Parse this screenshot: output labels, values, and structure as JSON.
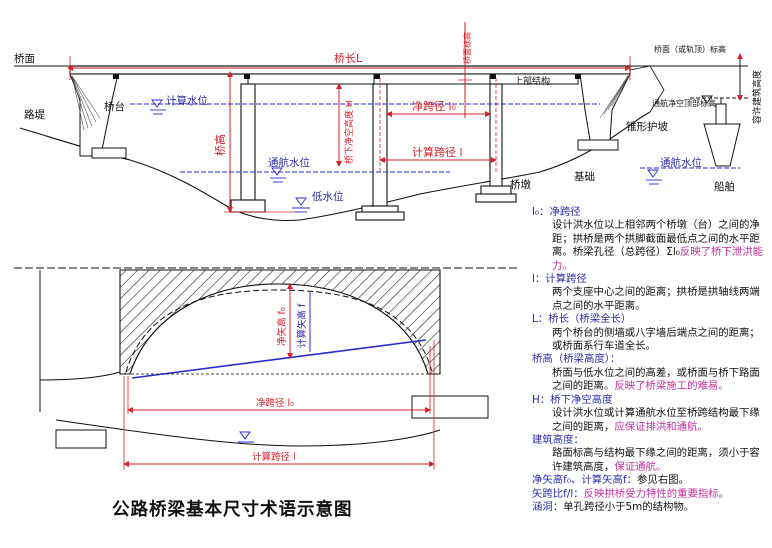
{
  "top": {
    "deck_label": "桥面",
    "bridge_length": "桥长L",
    "deck_elev_label": "桥面标高",
    "embankment": "路堤",
    "abutment": "桥台",
    "design_water": "计算水位",
    "bridge_height": "桥高",
    "clearance_H": "桥下净空高度 H",
    "net_span": "净跨径 l₀",
    "calc_span": "计算跨径 l",
    "superstructure": "上部结构",
    "nav_water": "通航水位",
    "low_water": "低水位",
    "pier": "桥墩",
    "foundation": "基础",
    "cone_slope": "锥形护坡",
    "nav_water_right": "通航水位",
    "boat": "船舶",
    "deck_or_nav_top": "桥面（或轨顶）标高",
    "nav_clearance": "通航净空顶部标高",
    "building_height": "容许建筑高度"
  },
  "bottom": {
    "net_rise": "净矢高 f₀",
    "calc_rise": "计算矢高 f",
    "net_span": "净跨径 l₀",
    "calc_span": "计算跨径 l"
  },
  "title": "公路桥梁基本尺寸术语示意图",
  "glossary": [
    {
      "head": "l₀：净跨径",
      "body": "设计洪水位以上相邻两个桥墩（台）之间的净距；拱桥是两个拱脚截面最低点之间的水平距离。桥梁孔径（总跨径）Σl₀",
      "note": "反映了桥下泄洪能力。"
    },
    {
      "head": "l：计算跨径",
      "body": "两个支座中心之间的距离；拱桥是拱轴线两端点之间的水平距离。",
      "note": ""
    },
    {
      "head": "L：桥长（桥梁全长）",
      "body": "两个桥台的侧墙或八字墙后端点之间的距离；或桥面系行车道全长。",
      "note": ""
    },
    {
      "head": "桥高（桥梁高度）：",
      "body": "桥面与低水位之间的高差，或桥面与桥下路面之间的距离。",
      "note": "反映了桥梁施工的难易。"
    },
    {
      "head": "H：桥下净空高度",
      "body": "设计洪水位或计算通航水位至桥跨结构最下缘之间的距离，",
      "note": "应保证排洪和通航。"
    },
    {
      "head": "建筑高度：",
      "body": "路面标高与结构最下缘之间的距离，须小于容许建筑高度，",
      "note": "保证通航。"
    },
    {
      "head": "净矢高f₀、计算矢高f：",
      "inline": "参见右图。"
    },
    {
      "head": "矢跨比f/l：",
      "note_inline": "反映拱桥受力特性的重要指标。"
    },
    {
      "head": "涵洞：",
      "inline": "单孔跨径小于5m的结构物。"
    }
  ],
  "colors": {
    "dim_red": "#d8202a",
    "blue_text": "#2c2ca8",
    "magenta": "#c0309a",
    "blue_line": "#2a2ad0"
  }
}
